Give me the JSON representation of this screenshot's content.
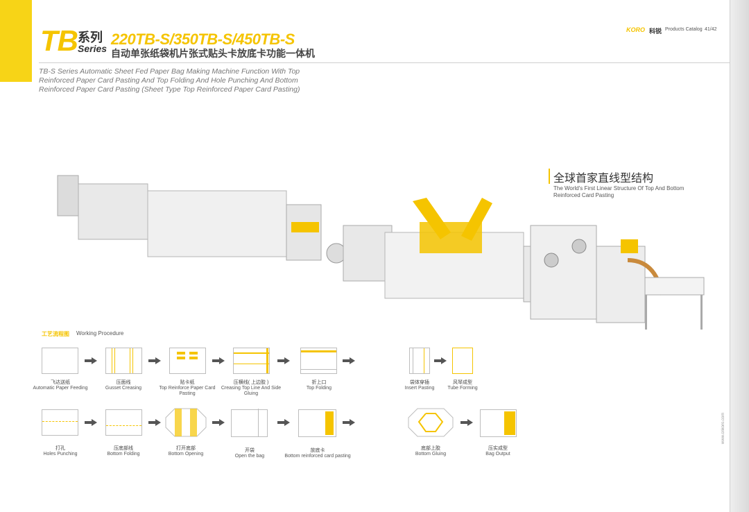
{
  "header": {
    "series_big": "TB",
    "series_cn": "系列",
    "series_en": "Series",
    "models": "220TB-S/350TB-S/450TB-S",
    "title_cn": "自动单张纸袋机片张式贴头卡放底卡功能一体机",
    "brand": "KORO",
    "brand_cn": "科锐",
    "catalog": "Products Catalog",
    "page": "41/42"
  },
  "description": "TB-S Series Automatic Sheet Fed Paper Bag Making Machine Function With Top Reinforced Paper Card Pasting And Top Folding And Hole Punching And Bottom Reinforced Paper Card Pasting (Sheet Type Top Reinforced Paper Card Pasting)",
  "feature": {
    "cn": "全球首家直线型结构",
    "en": "The World's First Linear Structure Of Top And Bottom Reinforced Card Pasting"
  },
  "procedure": {
    "title_cn": "工艺流程图",
    "title_en": "Working Procedure",
    "row1": [
      {
        "cn": "飞达送纸",
        "en": "Automatic Paper Feeding"
      },
      {
        "cn": "压面线",
        "en": "Gusset Creasing"
      },
      {
        "cn": "贴卡纸",
        "en": "Top Reinforce Paper Card Pasting"
      },
      {
        "cn": "压横线( 上边胶 )",
        "en": "Creasing Top Line And Side Gluing"
      },
      {
        "cn": "折上口",
        "en": "Top Folding"
      },
      {
        "cn": "袋体穿插",
        "en": "Insert Pasting"
      },
      {
        "cn": "风琴成型",
        "en": "Tube Forming"
      }
    ],
    "row2": [
      {
        "cn": "打孔",
        "en": "Holes Punching"
      },
      {
        "cn": "压底部线",
        "en": "Bottom Folding"
      },
      {
        "cn": "打开底部",
        "en": "Bottom Opening"
      },
      {
        "cn": "开袋",
        "en": "Open the bag"
      },
      {
        "cn": "放底卡",
        "en": "Bottom reinforced card pasting"
      },
      {
        "cn": "底部上胶",
        "en": "Bottom Gluing"
      },
      {
        "cn": "压实成型",
        "en": "Bag Output"
      }
    ]
  },
  "footer": {
    "website": "www.cnkoro.com"
  },
  "colors": {
    "accent": "#f5c400",
    "tab": "#f7d417"
  }
}
